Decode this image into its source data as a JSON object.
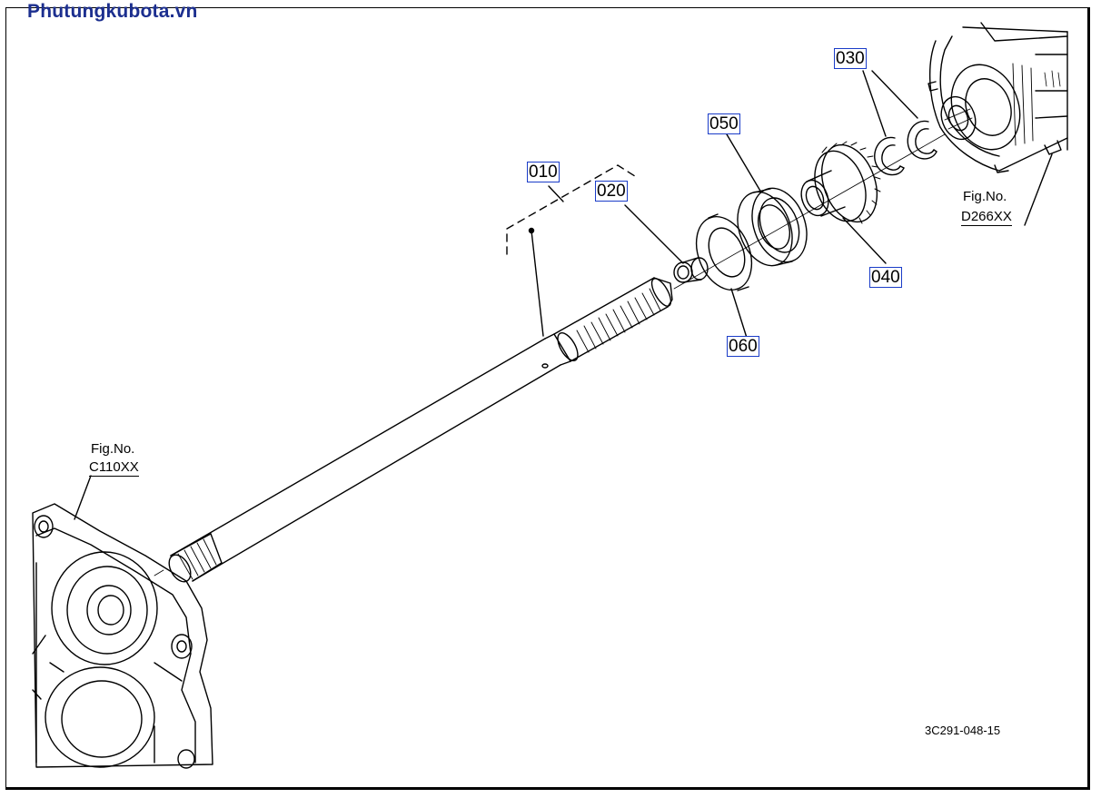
{
  "watermark": "Phutungkubota.vn",
  "callouts": {
    "p010": "010",
    "p020": "020",
    "p030": "030",
    "p040": "040",
    "p050": "050",
    "p060": "060"
  },
  "fig_left": {
    "label": "Fig.No.",
    "number": "C110XX"
  },
  "fig_right": {
    "label": "Fig.No.",
    "number": "D266XX"
  },
  "drawing_code": "3C291-048-15",
  "colors": {
    "line": "#000000",
    "callout_border": "#1a3cc8",
    "watermark": "#1c2f8f"
  }
}
